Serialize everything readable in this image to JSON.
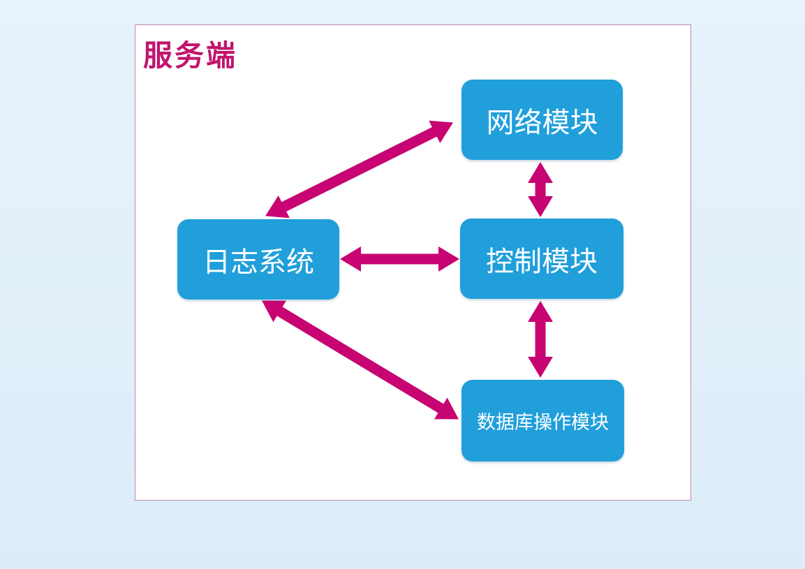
{
  "diagram": {
    "title": "服务端",
    "nodes": [
      {
        "id": "network",
        "label": "网络模块"
      },
      {
        "id": "log",
        "label": "日志系统"
      },
      {
        "id": "control",
        "label": "控制模块"
      },
      {
        "id": "database",
        "label": "数据库操作模块"
      }
    ],
    "edges": [
      {
        "from": "log",
        "to": "network",
        "bidirectional": true
      },
      {
        "from": "network",
        "to": "control",
        "bidirectional": true
      },
      {
        "from": "log",
        "to": "control",
        "bidirectional": true
      },
      {
        "from": "control",
        "to": "database",
        "bidirectional": true
      },
      {
        "from": "log",
        "to": "database",
        "bidirectional": true
      }
    ],
    "colors": {
      "canvas_background": "#e3f0fa",
      "panel_background": "#ffffff",
      "panel_border": "#bd87b0",
      "title_text": "#c2146e",
      "node_fill": "#209fdb",
      "node_text": "#ffffff",
      "arrow": "#c70472"
    }
  }
}
